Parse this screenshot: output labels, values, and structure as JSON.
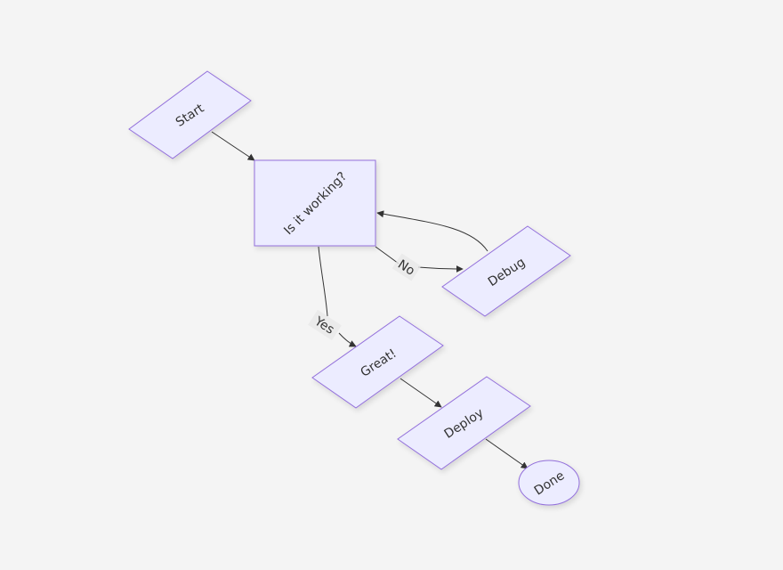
{
  "colors": {
    "background": "#f4f4f4",
    "node_fill": "#ececff",
    "node_stroke": "#9370db",
    "edge": "#333333",
    "text": "#333333",
    "edge_label_bg": "#e8e8e8"
  },
  "nodes": {
    "start": "Start",
    "decision": "Is it working?",
    "debug": "Debug",
    "great": "Great!",
    "deploy": "Deploy",
    "done": "Done"
  },
  "edges": {
    "no_label": "No",
    "yes_label": "Yes"
  }
}
